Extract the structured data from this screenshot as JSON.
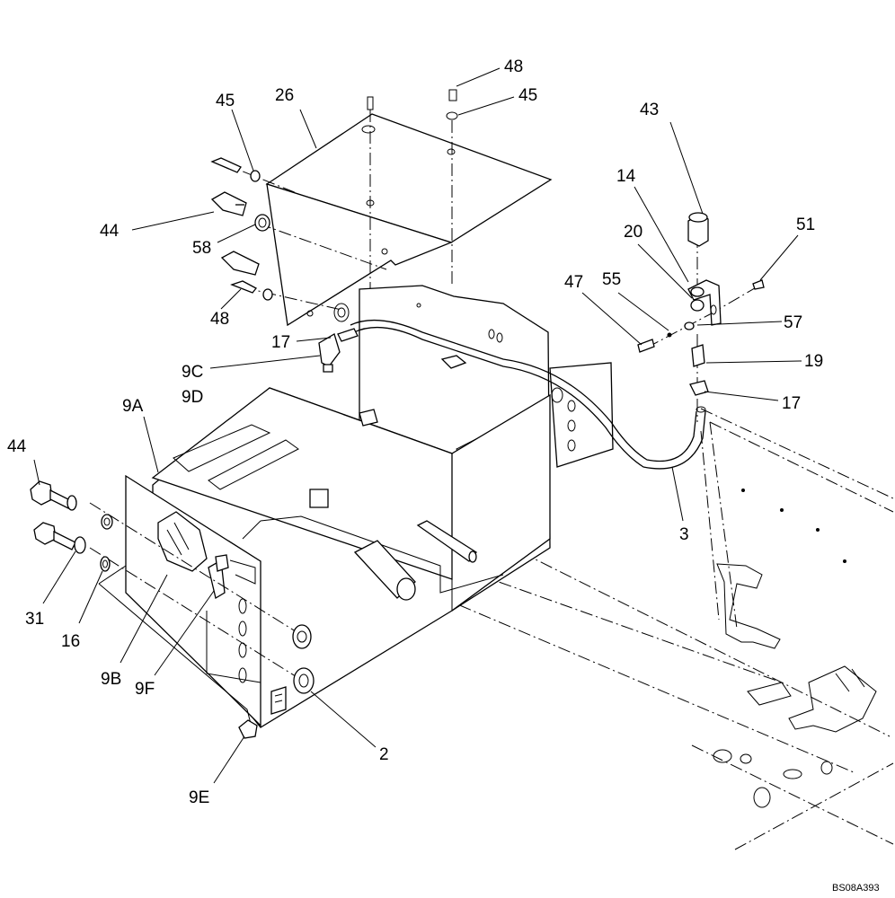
{
  "drawing_ref": "BS08A393",
  "callouts": [
    {
      "id": "c-48-top",
      "text": "48"
    },
    {
      "id": "c-45-top",
      "text": "45"
    },
    {
      "id": "c-26",
      "text": "26"
    },
    {
      "id": "c-45-left",
      "text": "45"
    },
    {
      "id": "c-43",
      "text": "43"
    },
    {
      "id": "c-14",
      "text": "14"
    },
    {
      "id": "c-20",
      "text": "20"
    },
    {
      "id": "c-51",
      "text": "51"
    },
    {
      "id": "c-44-upper",
      "text": "44"
    },
    {
      "id": "c-58",
      "text": "58"
    },
    {
      "id": "c-48-mid",
      "text": "48"
    },
    {
      "id": "c-47",
      "text": "47"
    },
    {
      "id": "c-55",
      "text": "55"
    },
    {
      "id": "c-57",
      "text": "57"
    },
    {
      "id": "c-17-left",
      "text": "17"
    },
    {
      "id": "c-19",
      "text": "19"
    },
    {
      "id": "c-17-right",
      "text": "17"
    },
    {
      "id": "c-9C",
      "text": "9C"
    },
    {
      "id": "c-9D",
      "text": "9D"
    },
    {
      "id": "c-9A",
      "text": "9A"
    },
    {
      "id": "c-44-lower",
      "text": "44"
    },
    {
      "id": "c-3",
      "text": "3"
    },
    {
      "id": "c-31",
      "text": "31"
    },
    {
      "id": "c-16",
      "text": "16"
    },
    {
      "id": "c-9B",
      "text": "9B"
    },
    {
      "id": "c-9F",
      "text": "9F"
    },
    {
      "id": "c-2",
      "text": "2"
    },
    {
      "id": "c-9E",
      "text": "9E"
    }
  ]
}
